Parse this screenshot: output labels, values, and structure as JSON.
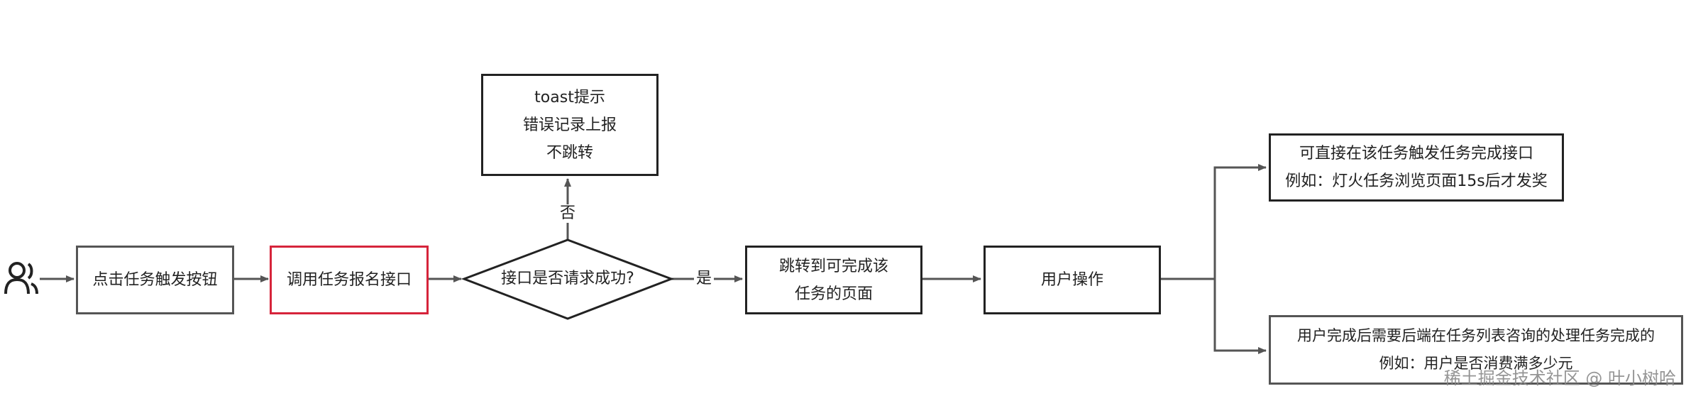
{
  "nodes": {
    "click": "点击任务触发按钮",
    "call_api": "调用任务报名接口",
    "decision": "接口是否请求成功?",
    "fail_box": [
      "toast提示",
      "错误记录上报",
      "不跳转"
    ],
    "jump": [
      "跳转到可完成该",
      "任务的页面"
    ],
    "user_op": "用户操作",
    "direct": [
      "可直接在该任务触发任务完成接口",
      "例如：灯火任务浏览页面15s后才发奖"
    ],
    "backend": [
      "用户完成后需要后端在任务列表咨询的处理任务完成的",
      "例如：用户是否消费满多少元"
    ]
  },
  "edges": {
    "yes": "是",
    "no": "否"
  },
  "icons": {
    "start": "user-icon"
  },
  "watermark": "稀土掘金技术社区 @ 叶小树哈",
  "colors": {
    "stroke": "#222222",
    "arrow": "#555555",
    "highlight": "#d6243b"
  }
}
